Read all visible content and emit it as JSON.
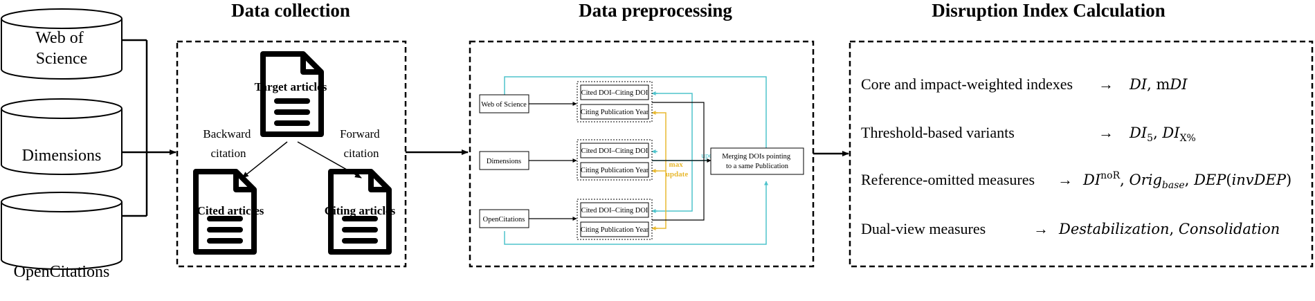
{
  "titles": {
    "collection": "Data collection",
    "preprocessing": "Data preprocessing",
    "calculation": "Disruption Index Calculation"
  },
  "databases": [
    "Web of\nScience",
    "Dimensions",
    "OpenCitations"
  ],
  "collection": {
    "target": "Target articles",
    "cited": "Cited articles",
    "citing": "Citing articles",
    "backward": "Backward\ncitation",
    "forward": "Forward\ncitation"
  },
  "preprocessing": {
    "sources": [
      "Web of Science",
      "Dimensions",
      "OpenCitations"
    ],
    "field_doi": "Cited DOI–Citing DOI",
    "field_year": "Citing Publication Year",
    "merge": "Merging DOIs pointing\nto a same Publication",
    "update": "update",
    "max_update": "max\nupdate"
  },
  "calculation": {
    "rows": [
      {
        "label": "Core and impact-weighted indexes",
        "arrow": "→",
        "math": "DI, mDI"
      },
      {
        "label": "Threshold-based variants",
        "arrow": "→",
        "math": "DI5, DIX%"
      },
      {
        "label": "Reference-omitted measures",
        "arrow": "→",
        "math": "DInoR, Origbase, DEP(invDEP)"
      },
      {
        "label": "Dual-view measures",
        "arrow": "→",
        "math": "Destabilization, Consolidation"
      }
    ]
  },
  "colors": {
    "teal": "#4EC3CC",
    "gold": "#E8B931",
    "stroke": "#000000"
  }
}
